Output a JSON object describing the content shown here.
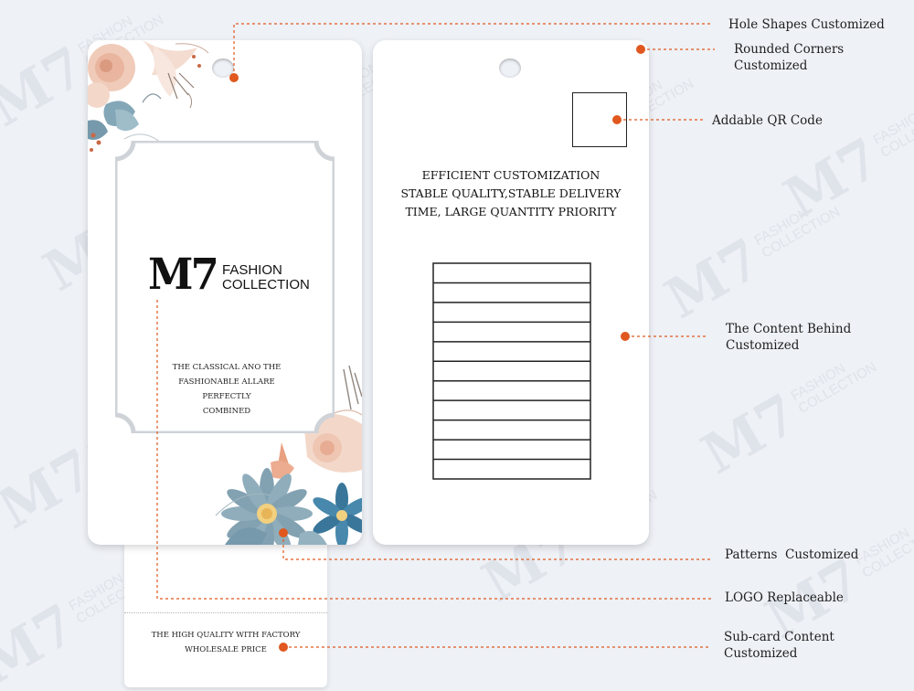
{
  "watermark": {
    "brand": "M7",
    "sub_line1": "FASHION",
    "sub_line2": "COLLECTION"
  },
  "front_tag": {
    "logo_mark": "M7",
    "logo_line1": "FASHION",
    "logo_line2": "COLLECTION",
    "tagline_line1": "THE CLASSICAL ANO THE",
    "tagline_line2": "FASHIONABLE ALLARE PERFECTLY",
    "tagline_line3": "COMBINED"
  },
  "back_tag": {
    "text_line1": "EFFICIENT CUSTOMIZATION",
    "text_line2": "STABLE QUALITY,STABLE DELIVERY",
    "text_line3": "TIME, LARGE QUANTITY PRIORITY",
    "table_rows": 11
  },
  "sub_card": {
    "text_line1": "THE HIGH QUALITY WITH FACTORY",
    "text_line2": "WHOLESALE PRICE"
  },
  "callouts": {
    "hole_shapes": "Hole Shapes Customized",
    "rounded_corners_line1": "Rounded Corners",
    "rounded_corners_line2": "Customized",
    "qr_code": "Addable QR Code",
    "content_behind_line1": "The Content Behind",
    "content_behind_line2": "Customized",
    "patterns": "Patterns  Customized",
    "logo": "LOGO Replaceable",
    "sub_card_line1": "Sub-card Content",
    "sub_card_line2": "Customized"
  },
  "colors": {
    "accent": "#e0581f",
    "background": "#eef1f6",
    "card": "#ffffff",
    "frame": "#cfd3d8",
    "flower_peach": "#f0c9b6",
    "flower_blue": "#6f94a8"
  }
}
